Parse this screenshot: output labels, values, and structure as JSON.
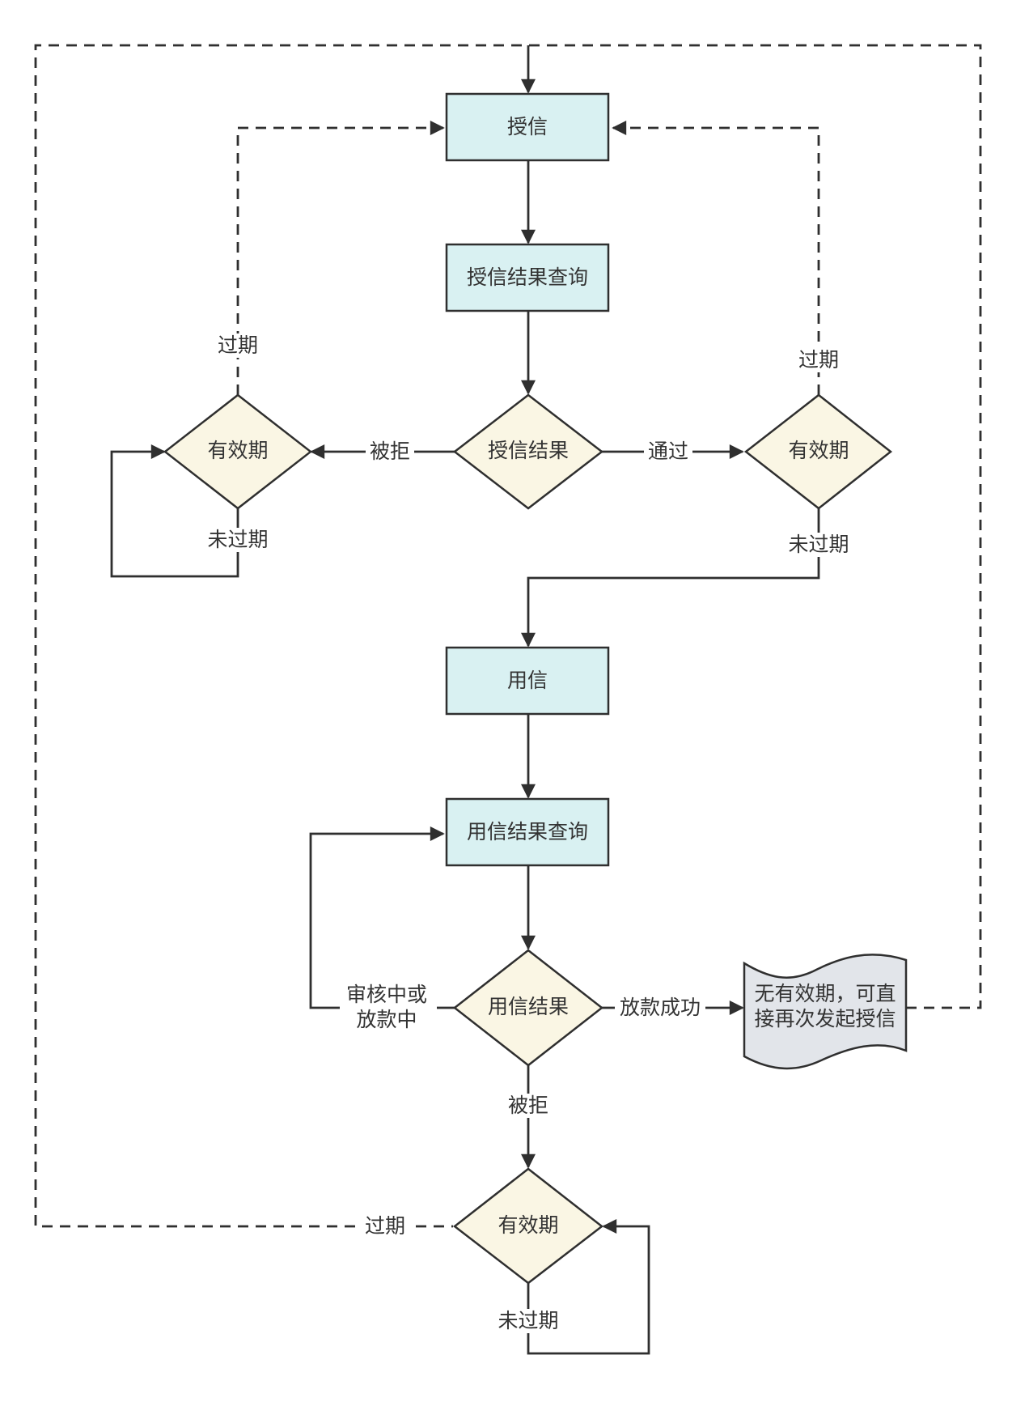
{
  "nodes": {
    "shouxin": "授信",
    "shouxin_query": "授信结果查询",
    "shouxin_result": "授信结果",
    "validity_left": "有效期",
    "validity_right": "有效期",
    "yongxin": "用信",
    "yongxin_query": "用信结果查询",
    "yongxin_result": "用信结果",
    "validity_bottom": "有效期",
    "note_line1": "无有效期，可直",
    "note_line2": "接再次发起授信"
  },
  "edges": {
    "rejected_left": "被拒",
    "passed": "通过",
    "expired_left": "过期",
    "not_expired_left": "未过期",
    "expired_right": "过期",
    "not_expired_right": "未过期",
    "reviewing_line1": "审核中或",
    "reviewing_line2": "放款中",
    "loan_success": "放款成功",
    "rejected_bottom": "被拒",
    "expired_bottom": "过期",
    "not_expired_bottom": "未过期"
  }
}
